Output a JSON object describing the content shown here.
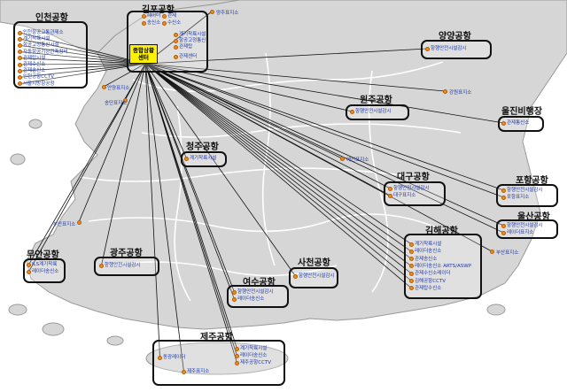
{
  "center": {
    "line1": "종합상황",
    "line2": "센터"
  },
  "airports": {
    "incheon": {
      "title": "인천공항",
      "items": [
        "인천항공교통관제소",
        "계기착륙시설",
        "항공고정통신시설",
        "자동항공기상관측장비",
        "관제탑시설",
        "관제수신소",
        "관제송신소",
        "인천공항CCTV",
        "서울지방항공청"
      ]
    },
    "gimpo": {
      "title": "김포공항",
      "items": [
        "레이더",
        "관제",
        "송신소",
        "수신소",
        "계기착륙시설",
        "항공고정통신",
        "관제탑",
        "관제센터"
      ]
    },
    "yangyang": {
      "title": "양양공항",
      "items": [
        "항행안전시설감시"
      ]
    },
    "wonju": {
      "title": "원주공항",
      "items": [
        "항행안전시설감시"
      ]
    },
    "uljin": {
      "title": "울진비행장",
      "items": [
        "관제통신소"
      ]
    },
    "cheongju": {
      "title": "청주공항",
      "items": [
        "계기착륙시설"
      ]
    },
    "daegu": {
      "title": "대구공항",
      "items": [
        "항행안전시설감시",
        "대구표지소"
      ]
    },
    "pohang": {
      "title": "포항공항",
      "items": [
        "항행안전시설감시",
        "포항표지소"
      ]
    },
    "ulsan": {
      "title": "울산공항",
      "items": [
        "항행안전시설감시",
        "레이더표지소"
      ]
    },
    "muan": {
      "title": "무안공항",
      "items": [
        "ILS계기착륙",
        "레이더송신소"
      ]
    },
    "gwangju": {
      "title": "광주공항",
      "items": [
        "항행안전시설감시"
      ]
    },
    "gimhae": {
      "title": "김해공항",
      "items": [
        "계기착륙시설",
        "레이더송신소",
        "관제송신소",
        "레이더송신소 ARTS/ASWP",
        "관제수신소레이더",
        "김해공항CCTV",
        "관제탑수신소"
      ]
    },
    "sacheon": {
      "title": "사천공항",
      "items": [
        "항행안전시설감시"
      ]
    },
    "yeosu": {
      "title": "여수공항",
      "items": [
        "항행안전시설감시",
        "레이더송신소"
      ]
    },
    "jeju": {
      "title": "제주공항",
      "items": [
        "동광레이더",
        "계기착륙시설",
        "레이더송신소",
        "제주공항CCTV",
        "제주표지소"
      ]
    }
  },
  "stations": {
    "yangju": "양주표지소",
    "anyang": "안양표지소",
    "songdan": "송단표지소",
    "gangwon": "강원표지소",
    "yecheon": "예천표지소",
    "buan": "부안표지소",
    "busan": "부산표지소"
  },
  "colors": {
    "map_land": "#d6d6d6",
    "map_border": "#9a9a9a",
    "line": "#111111",
    "item_text": "#1a36a8",
    "dot": "#f08b20",
    "center_fill": "#fff200"
  }
}
